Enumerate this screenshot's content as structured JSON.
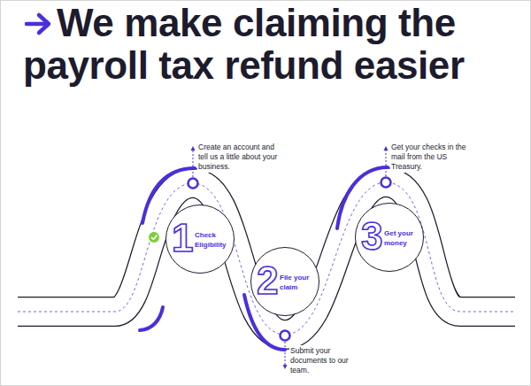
{
  "diagram": {
    "title": "We make claiming the payroll tax refund easier",
    "nodes": [
      {
        "text": [
          "1",
          "Check Eligibility"
        ]
      },
      {
        "text": [
          "2",
          "File your claim"
        ]
      },
      {
        "text": [
          "3",
          "Get your money"
        ]
      }
    ],
    "labels": [
      "Create an account and tell us a little about your business.",
      "Submit your documents to our team.",
      "Get your checks in the mail from the US Treasury."
    ]
  }
}
